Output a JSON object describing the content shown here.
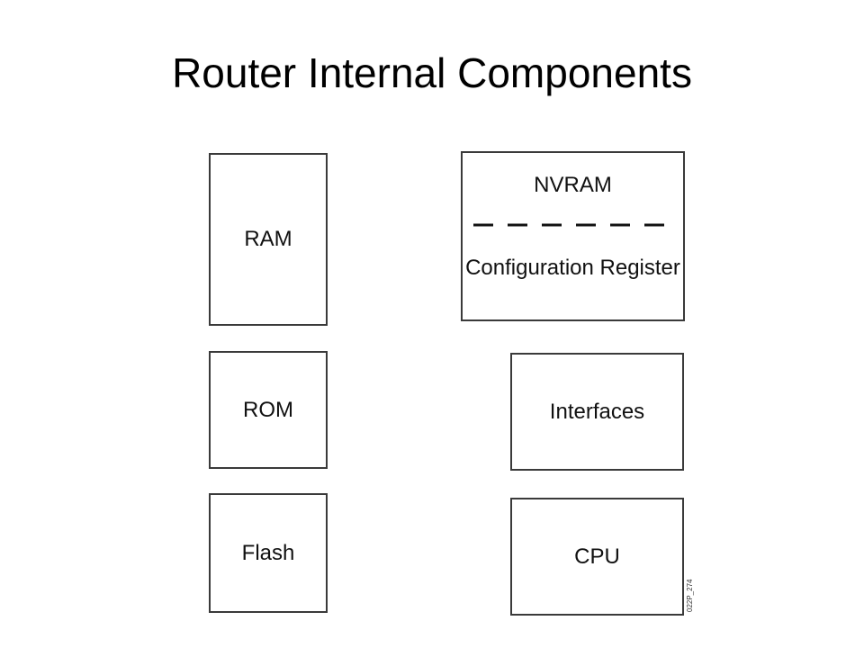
{
  "slide": {
    "title": "Router Internal Components"
  },
  "diagram": {
    "components": {
      "ram": "RAM",
      "rom": "ROM",
      "flash": "Flash",
      "nvram": "NVRAM",
      "configuration_register": "Configuration Register",
      "interfaces": "Interfaces",
      "cpu": "CPU"
    },
    "figure_code": "022P_274"
  }
}
